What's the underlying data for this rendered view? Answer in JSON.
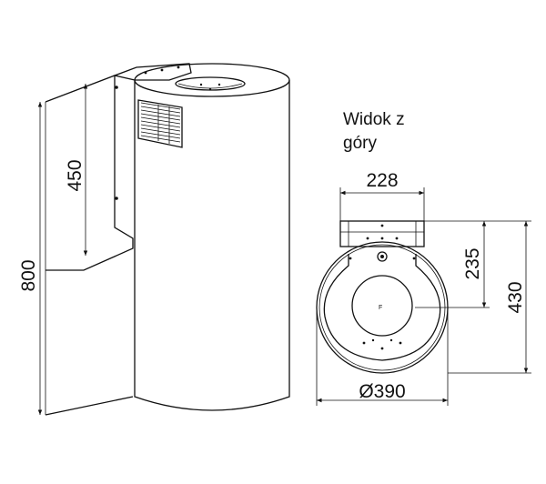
{
  "view_label": {
    "line1": "Widok z",
    "line2": "góry"
  },
  "side_view": {
    "dim_total_height": "800",
    "dim_bracket_height": "450"
  },
  "top_view": {
    "dim_bracket_width": "228",
    "dim_bracket_depth": "235",
    "dim_total_depth": "430",
    "dim_diameter": "Ø390",
    "center_mark": "F"
  },
  "colors": {
    "line": "#111111",
    "background": "#ffffff"
  }
}
